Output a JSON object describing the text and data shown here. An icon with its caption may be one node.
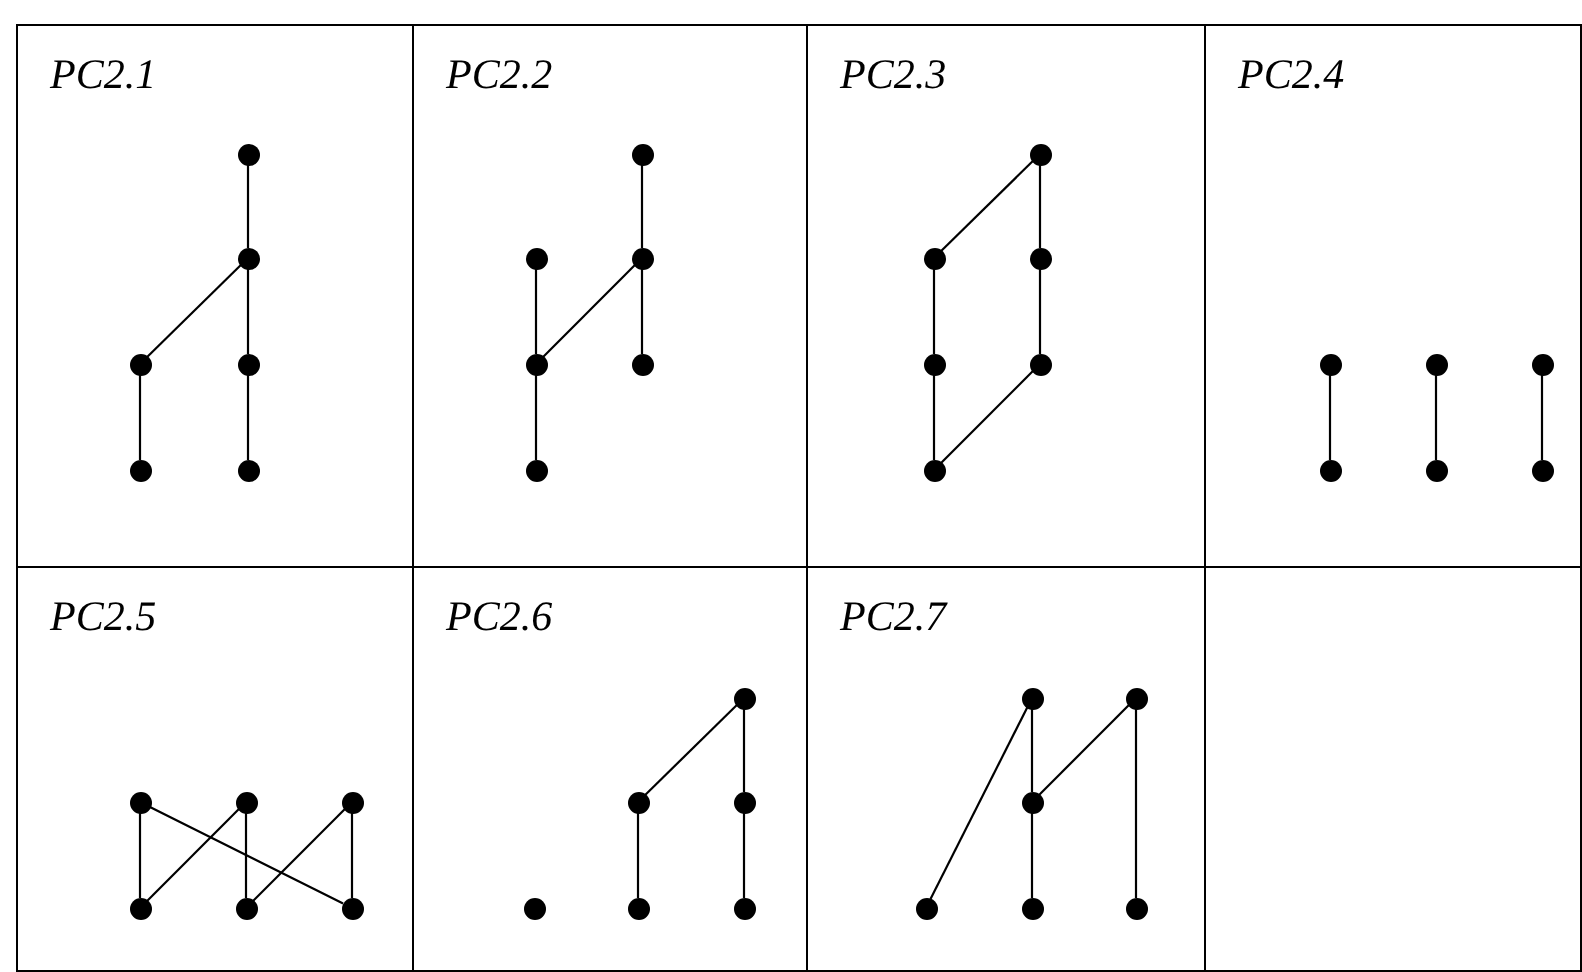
{
  "diagram": {
    "nodes": [
      {
        "text": [
          "PC2.1"
        ]
      },
      {
        "text": [],
        "shape": "circle",
        "in": 0
      },
      {
        "text": [],
        "shape": "circle",
        "in": 0
      },
      {
        "text": [],
        "shape": "circle",
        "in": 0
      },
      {
        "text": [],
        "shape": "circle",
        "in": 0
      },
      {
        "text": [],
        "shape": "circle",
        "in": 0
      },
      {
        "text": [],
        "shape": "circle",
        "in": 0
      },
      {
        "text": [
          "PC2.2"
        ]
      },
      {
        "text": [],
        "shape": "circle",
        "in": 7
      },
      {
        "text": [],
        "shape": "circle",
        "in": 7
      },
      {
        "text": [],
        "shape": "circle",
        "in": 7
      },
      {
        "text": [],
        "shape": "circle",
        "in": 7
      },
      {
        "text": [],
        "shape": "circle",
        "in": 7
      },
      {
        "text": [],
        "shape": "circle",
        "in": 7
      },
      {
        "text": [
          "PC2.3"
        ]
      },
      {
        "text": [],
        "shape": "circle",
        "in": 14
      },
      {
        "text": [],
        "shape": "circle",
        "in": 14
      },
      {
        "text": [],
        "shape": "circle",
        "in": 14
      },
      {
        "text": [],
        "shape": "circle",
        "in": 14
      },
      {
        "text": [],
        "shape": "circle",
        "in": 14
      },
      {
        "text": [],
        "shape": "circle",
        "in": 14
      },
      {
        "text": [
          "PC2.4"
        ]
      },
      {
        "text": [],
        "shape": "circle",
        "in": 21
      },
      {
        "text": [],
        "shape": "circle",
        "in": 21
      },
      {
        "text": [],
        "shape": "circle",
        "in": 21
      },
      {
        "text": [],
        "shape": "circle",
        "in": 21
      },
      {
        "text": [],
        "shape": "circle",
        "in": 21
      },
      {
        "text": [],
        "shape": "circle",
        "in": 21
      },
      {
        "text": [
          "PC2.5"
        ]
      },
      {
        "text": [],
        "shape": "circle",
        "in": 28
      },
      {
        "text": [],
        "shape": "circle",
        "in": 28
      },
      {
        "text": [],
        "shape": "circle",
        "in": 28
      },
      {
        "text": [],
        "shape": "circle",
        "in": 28
      },
      {
        "text": [],
        "shape": "circle",
        "in": 28
      },
      {
        "text": [],
        "shape": "circle",
        "in": 28
      },
      {
        "text": [
          "PC2.6"
        ]
      },
      {
        "text": [],
        "shape": "circle",
        "in": 35
      },
      {
        "text": [],
        "shape": "circle",
        "in": 35
      },
      {
        "text": [],
        "shape": "circle",
        "in": 35
      },
      {
        "text": [],
        "shape": "circle",
        "in": 35
      },
      {
        "text": [],
        "shape": "circle",
        "in": 35
      },
      {
        "text": [],
        "shape": "circle",
        "in": 35
      },
      {
        "text": [
          "PC2.7"
        ]
      },
      {
        "text": [],
        "shape": "circle",
        "in": 42
      },
      {
        "text": [],
        "shape": "circle",
        "in": 42
      },
      {
        "text": [],
        "shape": "circle",
        "in": 42
      },
      {
        "text": [],
        "shape": "circle",
        "in": 42
      },
      {
        "text": [],
        "shape": "circle",
        "in": 42
      },
      {
        "text": [],
        "shape": "circle",
        "in": 42
      },
      {
        "text": [],
        "shape": "box"
      }
    ],
    "edges": [
      {
        "from": 1,
        "to": 2,
        "arrow": "none"
      },
      {
        "from": 2,
        "to": 3,
        "arrow": "none"
      },
      {
        "from": 2,
        "to": 4,
        "arrow": "none"
      },
      {
        "from": 3,
        "to": 5,
        "arrow": "none"
      },
      {
        "from": 4,
        "to": 6,
        "arrow": "none"
      },
      {
        "from": 8,
        "to": 10,
        "arrow": "none"
      },
      {
        "from": 9,
        "to": 11,
        "arrow": "none"
      },
      {
        "from": 10,
        "to": 11,
        "arrow": "none"
      },
      {
        "from": 10,
        "to": 12,
        "arrow": "none"
      },
      {
        "from": 11,
        "to": 13,
        "arrow": "none"
      },
      {
        "from": 15,
        "to": 16,
        "arrow": "none"
      },
      {
        "from": 15,
        "to": 17,
        "arrow": "none"
      },
      {
        "from": 16,
        "to": 18,
        "arrow": "none"
      },
      {
        "from": 17,
        "to": 19,
        "arrow": "none"
      },
      {
        "from": 18,
        "to": 20,
        "arrow": "none"
      },
      {
        "from": 19,
        "to": 20,
        "arrow": "none"
      },
      {
        "from": 22,
        "to": 25,
        "arrow": "none"
      },
      {
        "from": 23,
        "to": 26,
        "arrow": "none"
      },
      {
        "from": 24,
        "to": 27,
        "arrow": "none"
      },
      {
        "from": 29,
        "to": 32,
        "arrow": "none"
      },
      {
        "from": 29,
        "to": 34,
        "arrow": "none"
      },
      {
        "from": 30,
        "to": 32,
        "arrow": "none"
      },
      {
        "from": 30,
        "to": 33,
        "arrow": "none"
      },
      {
        "from": 31,
        "to": 33,
        "arrow": "none"
      },
      {
        "from": 31,
        "to": 34,
        "arrow": "none"
      },
      {
        "from": 36,
        "to": 37,
        "arrow": "none"
      },
      {
        "from": 36,
        "to": 38,
        "arrow": "none"
      },
      {
        "from": 37,
        "to": 40,
        "arrow": "none"
      },
      {
        "from": 38,
        "to": 41,
        "arrow": "none"
      },
      {
        "from": 43,
        "to": 45,
        "arrow": "none"
      },
      {
        "from": 43,
        "to": 46,
        "arrow": "none"
      },
      {
        "from": 44,
        "to": 45,
        "arrow": "none"
      },
      {
        "from": 45,
        "to": 47,
        "arrow": "none"
      },
      {
        "from": 44,
        "to": 48,
        "arrow": "none"
      }
    ]
  }
}
